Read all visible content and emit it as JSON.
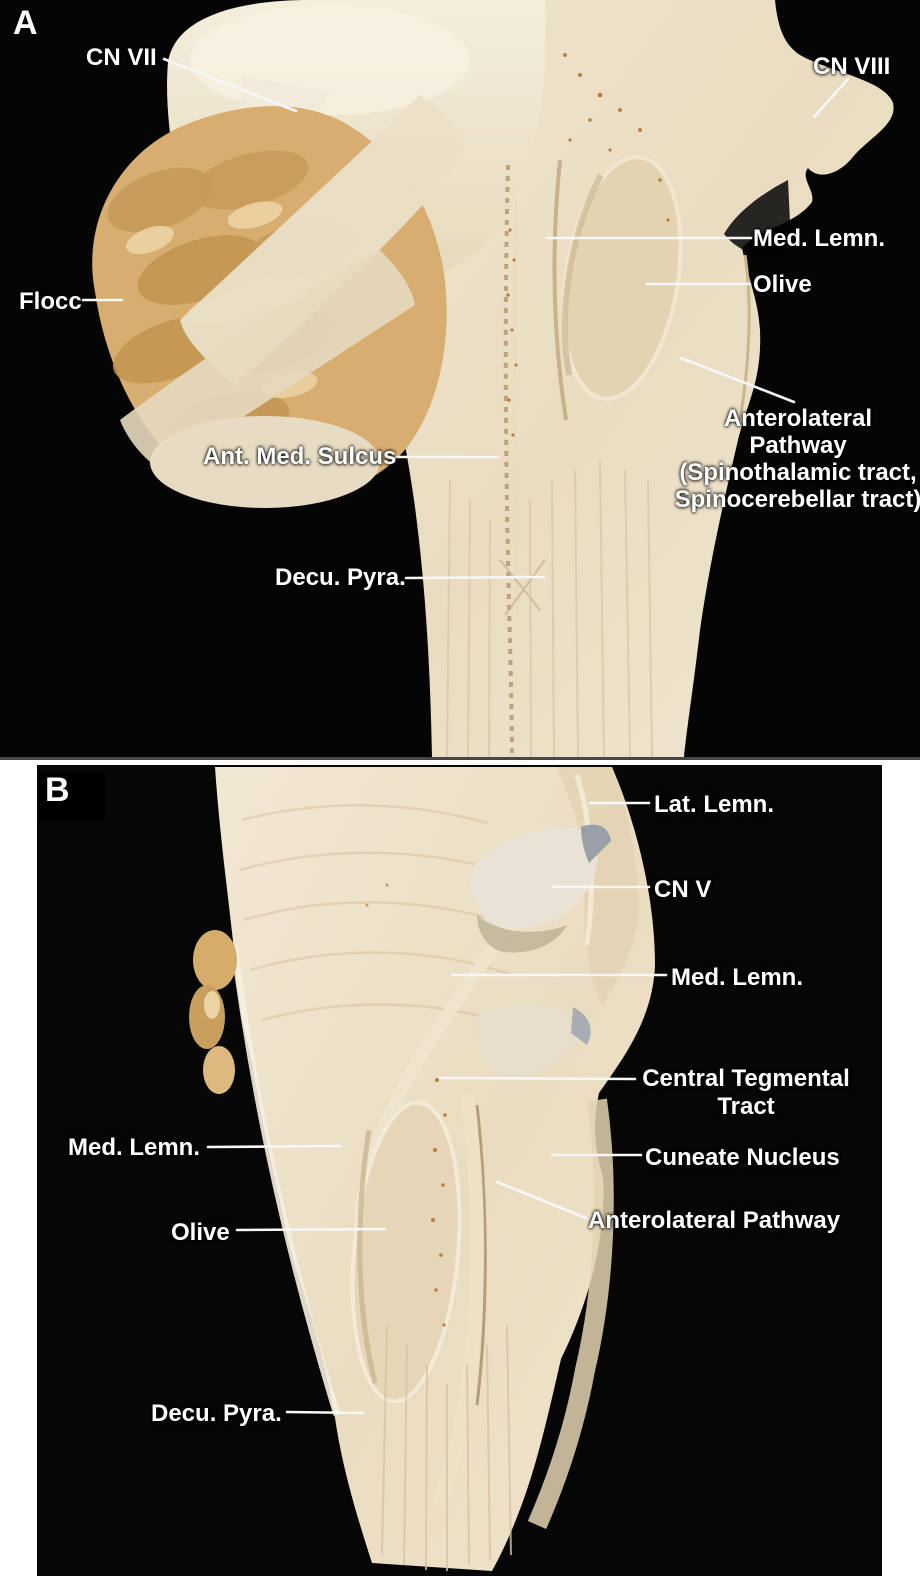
{
  "figure": {
    "background_color": "#000000",
    "label_text_color": "#ffffff",
    "leader_line_color": "#f7f7f7",
    "specimen_cream_color": "#ead9bd",
    "flocculus_tan_color": "#d2a567",
    "panel_b_frame_color": "#ffffff",
    "panel_divider_gray": "#474747"
  },
  "panel_a": {
    "letter": "A",
    "labels": {
      "cn_vii": "CN VII",
      "cn_viii": "CN VIII",
      "med_lemn": "Med. Lemn.",
      "olive": "Olive",
      "flocc": "Flocc",
      "ant_med_sulcus": "Ant. Med. Sulcus",
      "decu_pyra": "Decu. Pyra.",
      "anterolateral_line1": "Anterolateral",
      "anterolateral_line2": "Pathway",
      "anterolateral_line3": "(Spinothalamic tract,",
      "anterolateral_line4": "Spinocerebellar tract)"
    }
  },
  "panel_b": {
    "letter": "B",
    "labels": {
      "lat_lemn": "Lat. Lemn.",
      "cn_v": "CN V",
      "med_lemn_right": "Med. Lemn.",
      "central_tegmental_line1": "Central Tegmental",
      "central_tegmental_line2": "Tract",
      "cuneate_nucleus": "Cuneate Nucleus",
      "anterolateral_pathway": "Anterolateral Pathway",
      "med_lemn_left": "Med. Lemn.",
      "olive": "Olive",
      "decu_pyra": "Decu. Pyra."
    }
  }
}
